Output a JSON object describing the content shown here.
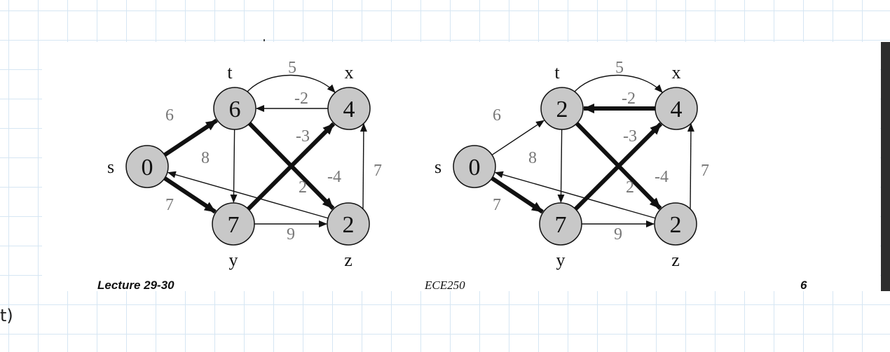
{
  "graphs": [
    {
      "vertices": [
        {
          "id": "s",
          "name": "s",
          "d": "0"
        },
        {
          "id": "t",
          "name": "t",
          "d": "6"
        },
        {
          "id": "x",
          "name": "x",
          "d": "4"
        },
        {
          "id": "y",
          "name": "y",
          "d": "7"
        },
        {
          "id": "z",
          "name": "z",
          "d": "2"
        }
      ],
      "edges": [
        {
          "from": "s",
          "to": "t",
          "w": "6",
          "bold": true
        },
        {
          "from": "s",
          "to": "y",
          "w": "7",
          "bold": true
        },
        {
          "from": "t",
          "to": "x",
          "w": "5",
          "bold": false
        },
        {
          "from": "x",
          "to": "t",
          "w": "-2",
          "bold": false
        },
        {
          "from": "t",
          "to": "y",
          "w": "8",
          "bold": false
        },
        {
          "from": "t",
          "to": "z",
          "w": "-4",
          "bold": true
        },
        {
          "from": "y",
          "to": "x",
          "w": "-3",
          "bold": true
        },
        {
          "from": "y",
          "to": "z",
          "w": "9",
          "bold": false
        },
        {
          "from": "z",
          "to": "x",
          "w": "7",
          "bold": false
        },
        {
          "from": "z",
          "to": "s",
          "w": "2",
          "bold": false
        }
      ]
    },
    {
      "vertices": [
        {
          "id": "s",
          "name": "s",
          "d": "0"
        },
        {
          "id": "t",
          "name": "t",
          "d": "2"
        },
        {
          "id": "x",
          "name": "x",
          "d": "4"
        },
        {
          "id": "y",
          "name": "y",
          "d": "7"
        },
        {
          "id": "z",
          "name": "z",
          "d": "2"
        }
      ],
      "edges": [
        {
          "from": "s",
          "to": "t",
          "w": "6",
          "bold": false
        },
        {
          "from": "s",
          "to": "y",
          "w": "7",
          "bold": true
        },
        {
          "from": "t",
          "to": "x",
          "w": "5",
          "bold": false
        },
        {
          "from": "x",
          "to": "t",
          "w": "-2",
          "bold": true
        },
        {
          "from": "t",
          "to": "y",
          "w": "8",
          "bold": false
        },
        {
          "from": "t",
          "to": "z",
          "w": "-4",
          "bold": true
        },
        {
          "from": "y",
          "to": "x",
          "w": "-3",
          "bold": true
        },
        {
          "from": "y",
          "to": "z",
          "w": "9",
          "bold": false
        },
        {
          "from": "z",
          "to": "x",
          "w": "7",
          "bold": false
        },
        {
          "from": "z",
          "to": "s",
          "w": "2",
          "bold": false
        }
      ]
    }
  ],
  "footer": {
    "left": "Lecture 29-30",
    "center": "ECE250",
    "right": "6"
  },
  "margin_note": "t)",
  "colors": {
    "node_fill": "#c8c8c8",
    "weight_text": "#777777",
    "edge": "#111111",
    "sidebar": "#2d2d2d"
  }
}
